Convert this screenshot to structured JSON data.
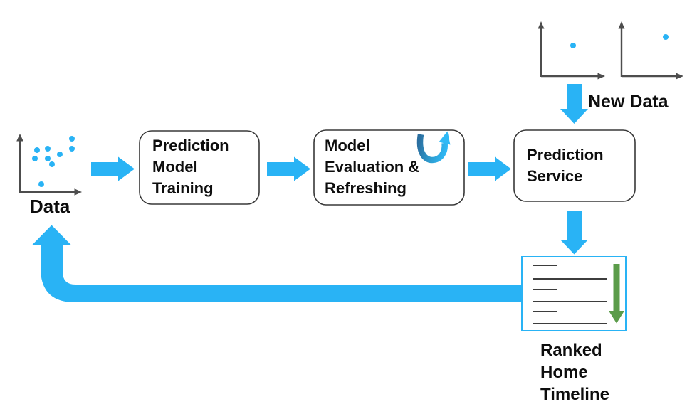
{
  "diagram": {
    "type": "flowchart",
    "background": "#ffffff",
    "colors": {
      "flow_blue": "#29B3F5",
      "refresh_dark_blue": "#2B6E9F",
      "rank_green": "#5B9C4A",
      "axis_gray": "#4d4d4d",
      "box_border": "#383838",
      "timeline_border": "#29B3F5",
      "list_line_gray": "#3d3d3d",
      "text": "#0d0d0d"
    },
    "nodes": {
      "data": {
        "label": "Data",
        "icon": "scatter-plot-icon"
      },
      "training": {
        "lines": [
          "Prediction",
          "Model",
          "Training"
        ]
      },
      "evaluation": {
        "lines": [
          "Model",
          "Evaluation &",
          "Refreshing"
        ],
        "icon": "refresh-arrow-icon"
      },
      "service": {
        "lines": [
          "Prediction",
          "Service"
        ]
      },
      "new_data": {
        "label": "New Data",
        "icon": "two-single-point-plots"
      },
      "timeline": {
        "lines": [
          "Ranked",
          "Home",
          "Timeline"
        ],
        "icon": "ranked-list-icon"
      }
    },
    "edges": [
      {
        "from": "data",
        "to": "training",
        "style": "thick-blue-arrow"
      },
      {
        "from": "training",
        "to": "evaluation",
        "style": "thick-blue-arrow"
      },
      {
        "from": "evaluation",
        "to": "service",
        "style": "thick-blue-arrow"
      },
      {
        "from": "new_data",
        "to": "service",
        "style": "thick-blue-arrow-down"
      },
      {
        "from": "service",
        "to": "timeline",
        "style": "thick-blue-arrow-down"
      },
      {
        "from": "timeline",
        "to": "data",
        "style": "thick-blue-loop-arrow"
      }
    ],
    "scatter_icons": {
      "data_points": [
        [
          101,
          195
        ],
        [
          101,
          209
        ],
        [
          52,
          211
        ],
        [
          67,
          209
        ],
        [
          84,
          217
        ],
        [
          49,
          223
        ],
        [
          67,
          223
        ],
        [
          73,
          231
        ],
        [
          58,
          259
        ]
      ],
      "new_data_left_points": [
        [
          805,
          64
        ]
      ],
      "new_data_right_points": [
        [
          935,
          52
        ]
      ]
    }
  }
}
